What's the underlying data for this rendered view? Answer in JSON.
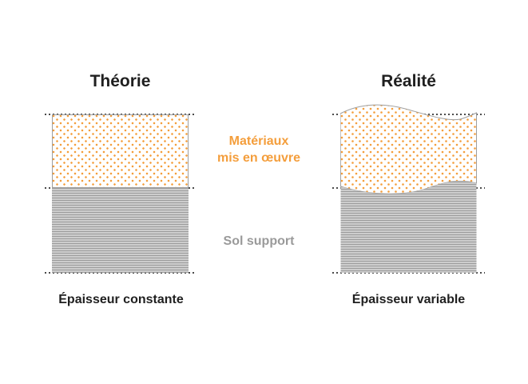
{
  "left_panel": {
    "title": "Théorie",
    "caption": "Épaisseur constante"
  },
  "right_panel": {
    "title": "Réalité",
    "caption": "Épaisseur variable"
  },
  "center_labels": {
    "materials": "Matériaux\nmis en œuvre",
    "soil": "Sol support"
  },
  "colors": {
    "materials_accent": "#F49E3C",
    "soil_gray": "#9C9C9C",
    "stripe_light": "#CDCDCD",
    "outline_gray": "#9E9E9E",
    "guide_dots": "#4A4A4A",
    "text_dark": "#1F1F1F",
    "background": "#FFFFFF"
  }
}
